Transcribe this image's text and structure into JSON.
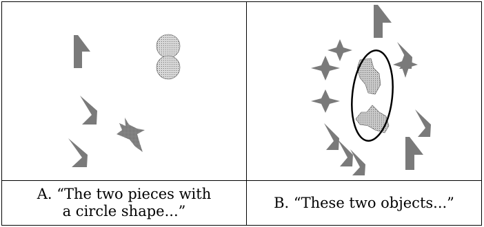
{
  "panels": [
    {
      "id": "A",
      "caption": "A. “The two pieces with\na circle shape...”"
    },
    {
      "id": "B",
      "caption": "B. “These two objects...”"
    }
  ],
  "colors": {
    "shape_fill": "#7a7a7a",
    "dotted_fill": "#bdbdbd",
    "outline": "#000000"
  }
}
